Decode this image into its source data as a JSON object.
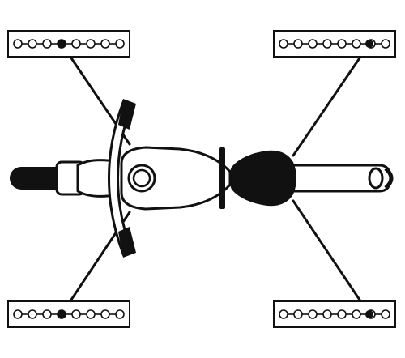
{
  "colors": {
    "ink": "#111111",
    "paper": "#ffffff"
  },
  "anchors": [
    {
      "id": "anchor-top-left",
      "holes": 8,
      "strap_to": "front-fork-left"
    },
    {
      "id": "anchor-top-right",
      "holes": 8,
      "strap_to": "rear-frame-left"
    },
    {
      "id": "anchor-bottom-left",
      "holes": 8,
      "strap_to": "front-fork-right"
    },
    {
      "id": "anchor-bottom-right",
      "holes": 8,
      "strap_to": "rear-frame-right"
    }
  ],
  "motorcycle": {
    "view": "top-down",
    "parts": [
      "front-wheel",
      "fork",
      "handlebar",
      "fuel-tank",
      "fuel-cap",
      "seat",
      "rear-fender",
      "rear-wheel",
      "tail-light"
    ]
  }
}
